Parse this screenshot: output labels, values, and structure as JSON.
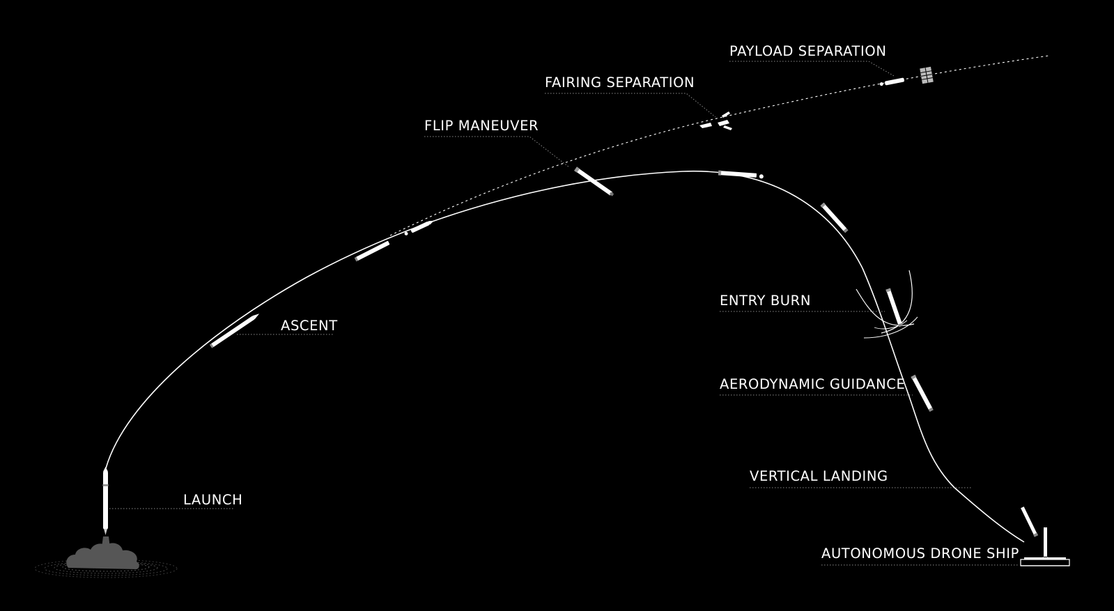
{
  "colors": {
    "background": "#000000",
    "foreground": "#ffffff",
    "leader": "#8a8a8a",
    "smoke": "#555555"
  },
  "labels": {
    "launch": "LAUNCH",
    "ascent": "ASCENT",
    "flip_maneuver": "FLIP MANEUVER",
    "fairing_separation": "FAIRING SEPARATION",
    "payload_separation": "PAYLOAD SEPARATION",
    "entry_burn": "ENTRY BURN",
    "aerodynamic_guidance": "AERODYNAMIC GUIDANCE",
    "vertical_landing": "VERTICAL LANDING",
    "autonomous_drone_ship": "AUTONOMOUS DRONE SHIP"
  },
  "icons": {
    "launch_pad": "launch-pad-smoke-icon",
    "rocket": "rocket-icon",
    "second_stage": "second-stage-icon",
    "fairing": "fairing-halves-icon",
    "satellite": "satellite-icon",
    "drone_ship": "drone-ship-icon"
  }
}
